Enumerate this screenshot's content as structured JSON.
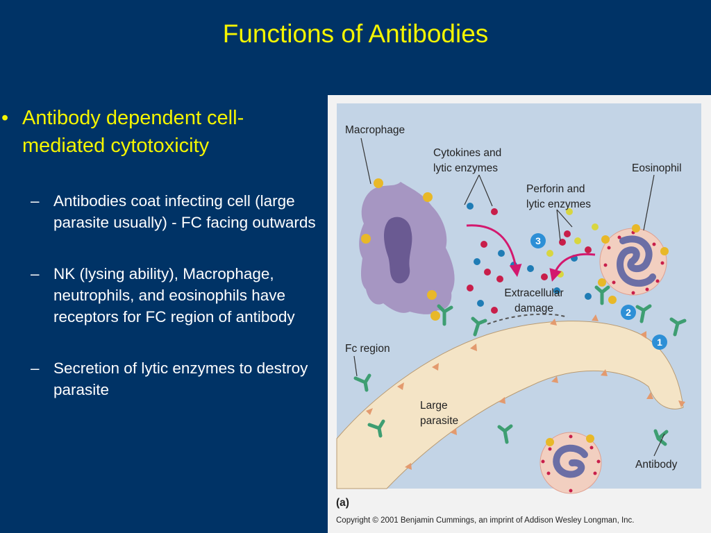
{
  "slide": {
    "title": "Functions of Antibodies",
    "main_bullet": "Antibody dependent cell-mediated cytotoxicity",
    "sub_bullets": [
      "Antibodies coat infecting cell (large parasite usually) - FC facing outwards",
      "NK (lysing ability), Macrophage, neutrophils, and eosinophils have receptors for FC region of antibody",
      "Secretion of lytic enzymes to destroy parasite"
    ]
  },
  "figure": {
    "labels": {
      "macrophage": "Macrophage",
      "cytokines_1": "Cytokines and",
      "cytokines_2": "lytic enzymes",
      "eosinophil": "Eosinophil",
      "perforin_1": "Perforin and",
      "perforin_2": "lytic enzymes",
      "damage_1": "Extracellular",
      "damage_2": "damage",
      "fc_region": "Fc region",
      "parasite_1": "Large",
      "parasite_2": "parasite",
      "antibody": "Antibody",
      "panel": "(a)",
      "copyright": "Copyright © 2001 Benjamin Cummings, an imprint of Addison Wesley Longman, Inc."
    },
    "steps": [
      "3",
      "2",
      "1"
    ],
    "colors": {
      "background": "#c3d4e6",
      "macrophage": "#a696c2",
      "nucleus": "#6a5a92",
      "parasite": "#f4e4c6",
      "eosinophil": "#f2cfc0",
      "antibody": "#3e9e72",
      "receptor": "#e8b828",
      "arrow": "#d3186e",
      "granule_red": "#c81e4a",
      "granule_blue": "#1f7cb5",
      "granule_yellow": "#d8d640",
      "step_badge": "#2d8fd6"
    }
  }
}
